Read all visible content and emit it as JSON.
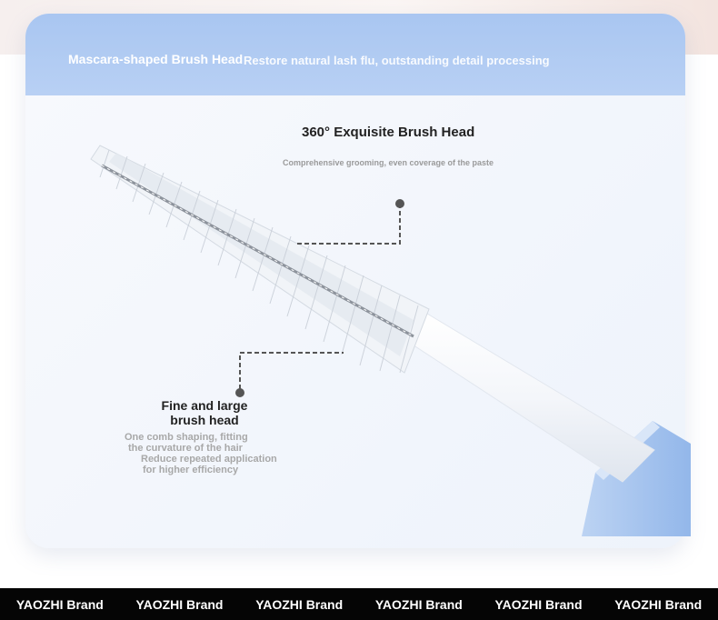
{
  "header": {
    "title": "Mascara-shaped Brush Head",
    "subtitle": "Restore natural lash flu, outstanding detail processing"
  },
  "callout_top": {
    "title": "360° Exquisite Brush Head",
    "description": "Comprehensive grooming, even coverage of the paste"
  },
  "callout_bottom": {
    "title": "Fine and large brush head",
    "description_lines": [
      "One comb shaping, fitting",
      "the curvature of the hair",
      "Reduce repeated application",
      "for higher efficiency"
    ]
  },
  "brand_bar": {
    "items": [
      "YAOZHI Brand",
      "YAOZHI Brand",
      "YAOZHI Brand",
      "YAOZHI Brand",
      "YAOZHI Brand",
      "YAOZHI Brand"
    ]
  },
  "colors": {
    "header_blue": "#a9c6f1",
    "handle_blue": "#a9c8f0",
    "brand_bar": "#050505",
    "callout_line": "#555555"
  }
}
